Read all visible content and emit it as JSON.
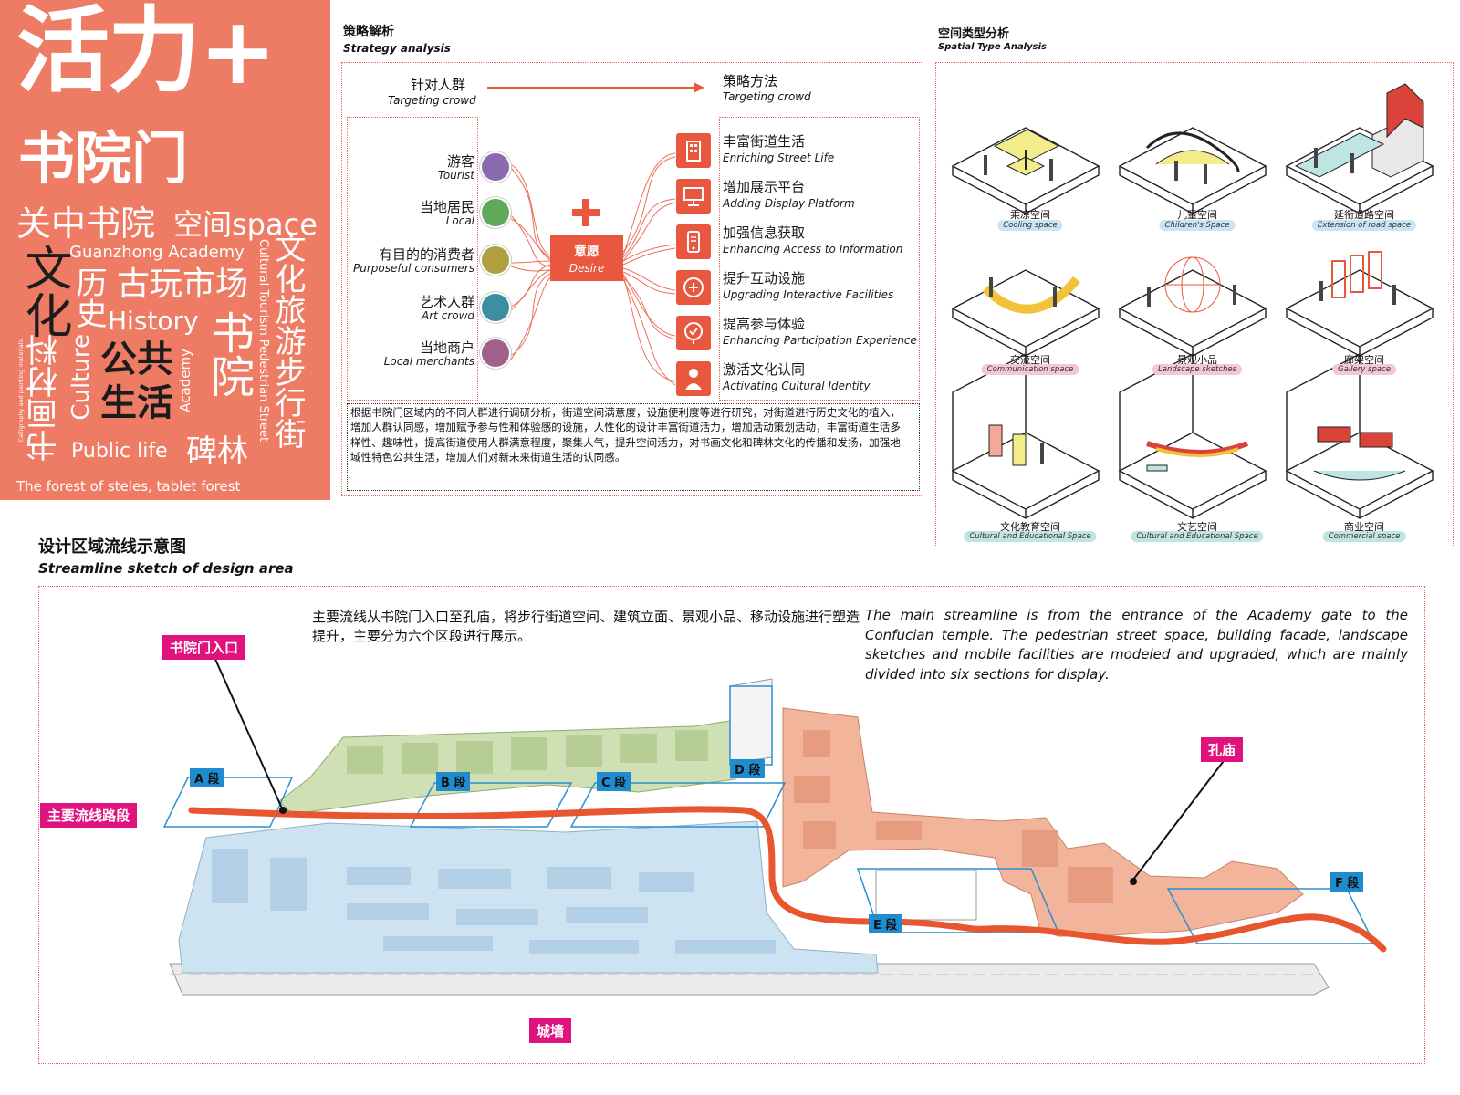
{
  "title_panel": {
    "main_title": "活力+",
    "subtitle": "书院门",
    "words": {
      "guanzhong_shuyuan": "关中书院",
      "kongjian_space": "空间space",
      "guanzhong_academy": "Guanzhong Academy",
      "wenhua": "文化",
      "lishi": "历史",
      "guwan_shichang": "古玩市场",
      "history": "History",
      "shuyuan": "书院",
      "wenhua_lvyou": "文化旅游步行街",
      "cultural_tourism": "Cultural Tourism Pedestrian Street",
      "calligraphy_en": "Calligraphy and painting materials",
      "shuhua_cailiao": "书画材料",
      "culture": "Culture",
      "gonggong": "公共",
      "shenghuo": "生活",
      "academy": "Academy",
      "public_life": "Public life",
      "beilin": "碑林",
      "forest": "The forest of steles, tablet forest"
    }
  },
  "strategy": {
    "heading_cn": "策略解析",
    "heading_en": "Strategy analysis",
    "target_cn": "针对人群",
    "target_en": "Targeting crowd",
    "method_cn": "策略方法",
    "method_en": "Targeting crowd",
    "crowds": [
      {
        "cn": "游客",
        "en": "Tourist",
        "color": "#8a6bb0"
      },
      {
        "cn": "当地居民",
        "en": "Local",
        "color": "#5fa95a"
      },
      {
        "cn": "有目的的消费者",
        "en": "Purposeful consumers",
        "color": "#b0a040"
      },
      {
        "cn": "艺术人群",
        "en": "Art crowd",
        "color": "#3c8fa0"
      },
      {
        "cn": "当地商户",
        "en": "Local merchants",
        "color": "#a0608c"
      }
    ],
    "desire_cn": "意愿",
    "desire_en": "Desire",
    "strategies": [
      {
        "cn": "丰富街道生活",
        "en": "Enriching Street Life",
        "icon": "building-icon"
      },
      {
        "cn": "增加展示平台",
        "en": "Adding Display Platform",
        "icon": "display-icon"
      },
      {
        "cn": "加强信息获取",
        "en": "Enhancing Access to Information",
        "icon": "info-icon"
      },
      {
        "cn": "提升互动设施",
        "en": "Upgrading Interactive Facilities",
        "icon": "interaction-icon"
      },
      {
        "cn": "提高参与体验",
        "en": "Enhancing Participation Experience",
        "icon": "participation-icon"
      },
      {
        "cn": "激活文化认同",
        "en": "Activating Cultural Identity",
        "icon": "identity-icon"
      }
    ],
    "description": "根据书院门区域内的不同人群进行调研分析，街道空间满意度，设施便利度等进行研究，对街道进行历史文化的植入，增加人群认同感，增加赋予参与性和体验感的设施，人性化的设计丰富街道活力，增加活动策划活动，丰富街道生活多样性、趣味性，提高街道使用人群满意程度，聚集人气，提升空间活力，对书画文化和碑林文化的传播和发扬，加强地域性特色公共生活，增加人们对新未来街道生活的认同感。"
  },
  "spatial": {
    "heading_cn": "空间类型分析",
    "heading_en": "Spatial Type Analysis",
    "types": [
      {
        "cn": "乘凉空间",
        "en": "Cooling space",
        "tag": "#c9e4f2"
      },
      {
        "cn": "儿童空间",
        "en": "Children's Space",
        "tag": "#c9e4f2"
      },
      {
        "cn": "延衔道路空间",
        "en": "Extension of road space",
        "tag": "#c9e4f2"
      },
      {
        "cn": "交流空间",
        "en": "Communication space",
        "tag": "#f5c6d8"
      },
      {
        "cn": "景观小品",
        "en": "Landscape sketches",
        "tag": "#f5c6d8"
      },
      {
        "cn": "廊架空间",
        "en": "Gallery space",
        "tag": "#f5c6d8"
      },
      {
        "cn": "文化教育空间",
        "en": "Cultural and Educational Space",
        "tag": "#bfe5e2"
      },
      {
        "cn": "文艺空间",
        "en": "Cultural and Educational Space",
        "tag": "#bfe5e2"
      },
      {
        "cn": "商业空间",
        "en": "Commercial space",
        "tag": "#bfe5e2"
      }
    ]
  },
  "streamline": {
    "heading_cn": "设计区域流线示意图",
    "heading_en": "Streamline sketch of design area",
    "desc_cn": "主要流线从书院门入口至孔庙，将步行街道空间、建筑立面、景观小品、移动设施进行塑造提升，主要分为六个区段进行展示。",
    "desc_en": "The main streamline is from the entrance of the Academy gate to the Confucian temple. The pedestrian street space, building facade, landscape sketches and mobile facilities are modeled and upgraded, which are mainly divided into six sections for display.",
    "labels": {
      "entrance": "书院门入口",
      "main_route": "主要流线路段",
      "temple": "孔庙",
      "wall": "城墙"
    },
    "segments": [
      "A 段",
      "B 段",
      "C 段",
      "D 段",
      "E 段",
      "F 段"
    ],
    "colors": {
      "route": "#e8562f",
      "north_blocks": "#cfe0b4",
      "south_blocks": "#cde3f2",
      "temple_blocks": "#f2b49a",
      "segment_frame": "#2c8fd0",
      "tag_pink": "#e0137e"
    }
  }
}
